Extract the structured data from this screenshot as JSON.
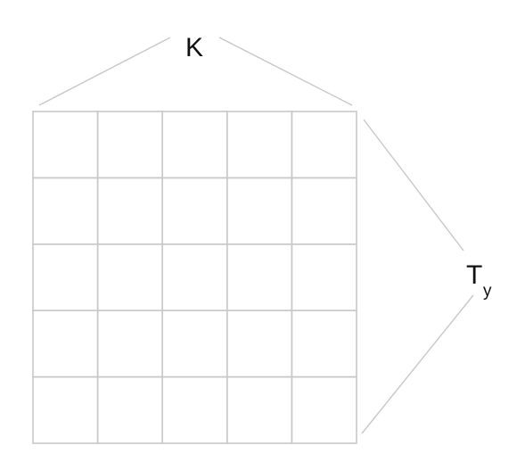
{
  "diagram": {
    "rows": 5,
    "columns": 5,
    "colors": {
      "grid": "#c8c8c8",
      "bracket": "#c8c8c8",
      "text": "#111111"
    },
    "labels": {
      "top": "K",
      "right_main": "T",
      "right_subscript": "y"
    }
  }
}
